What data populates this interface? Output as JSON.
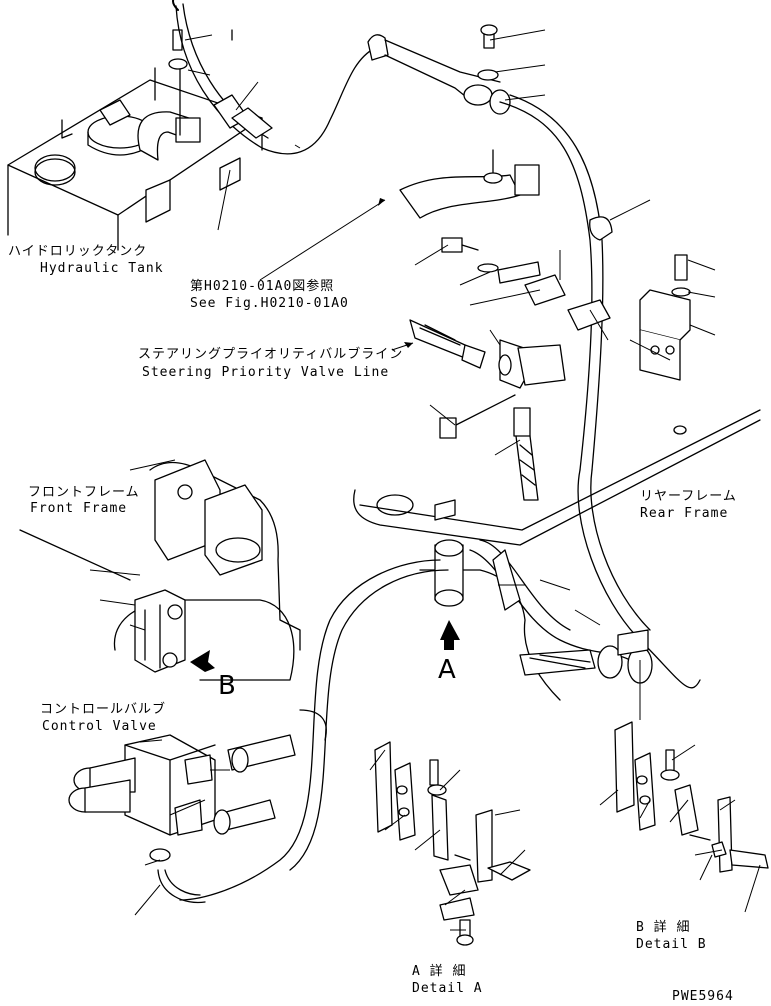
{
  "labels": {
    "hydraulic_tank_jp": "ハイドロリックタンク",
    "hydraulic_tank_en": "Hydraulic Tank",
    "see_fig_jp": "第H0210-01A0図参照",
    "see_fig_en": "See Fig.H0210-01A0",
    "steering_line_jp": "ステアリングプライオリティバルブライン",
    "steering_line_en": "Steering Priority Valve Line",
    "front_frame_jp": "フロントフレーム",
    "front_frame_en": "Front Frame",
    "rear_frame_jp": "リヤーフレーム",
    "rear_frame_en": "Rear Frame",
    "control_valve_jp": "コントロールバルブ",
    "control_valve_en": "Control Valve",
    "view_a": "A",
    "view_b": "B",
    "detail_a_jp": "A 詳 細",
    "detail_a_en": "Detail A",
    "detail_b_jp": "B 詳 細",
    "detail_b_en": "Detail B"
  },
  "drawing_code": "PWE5964"
}
